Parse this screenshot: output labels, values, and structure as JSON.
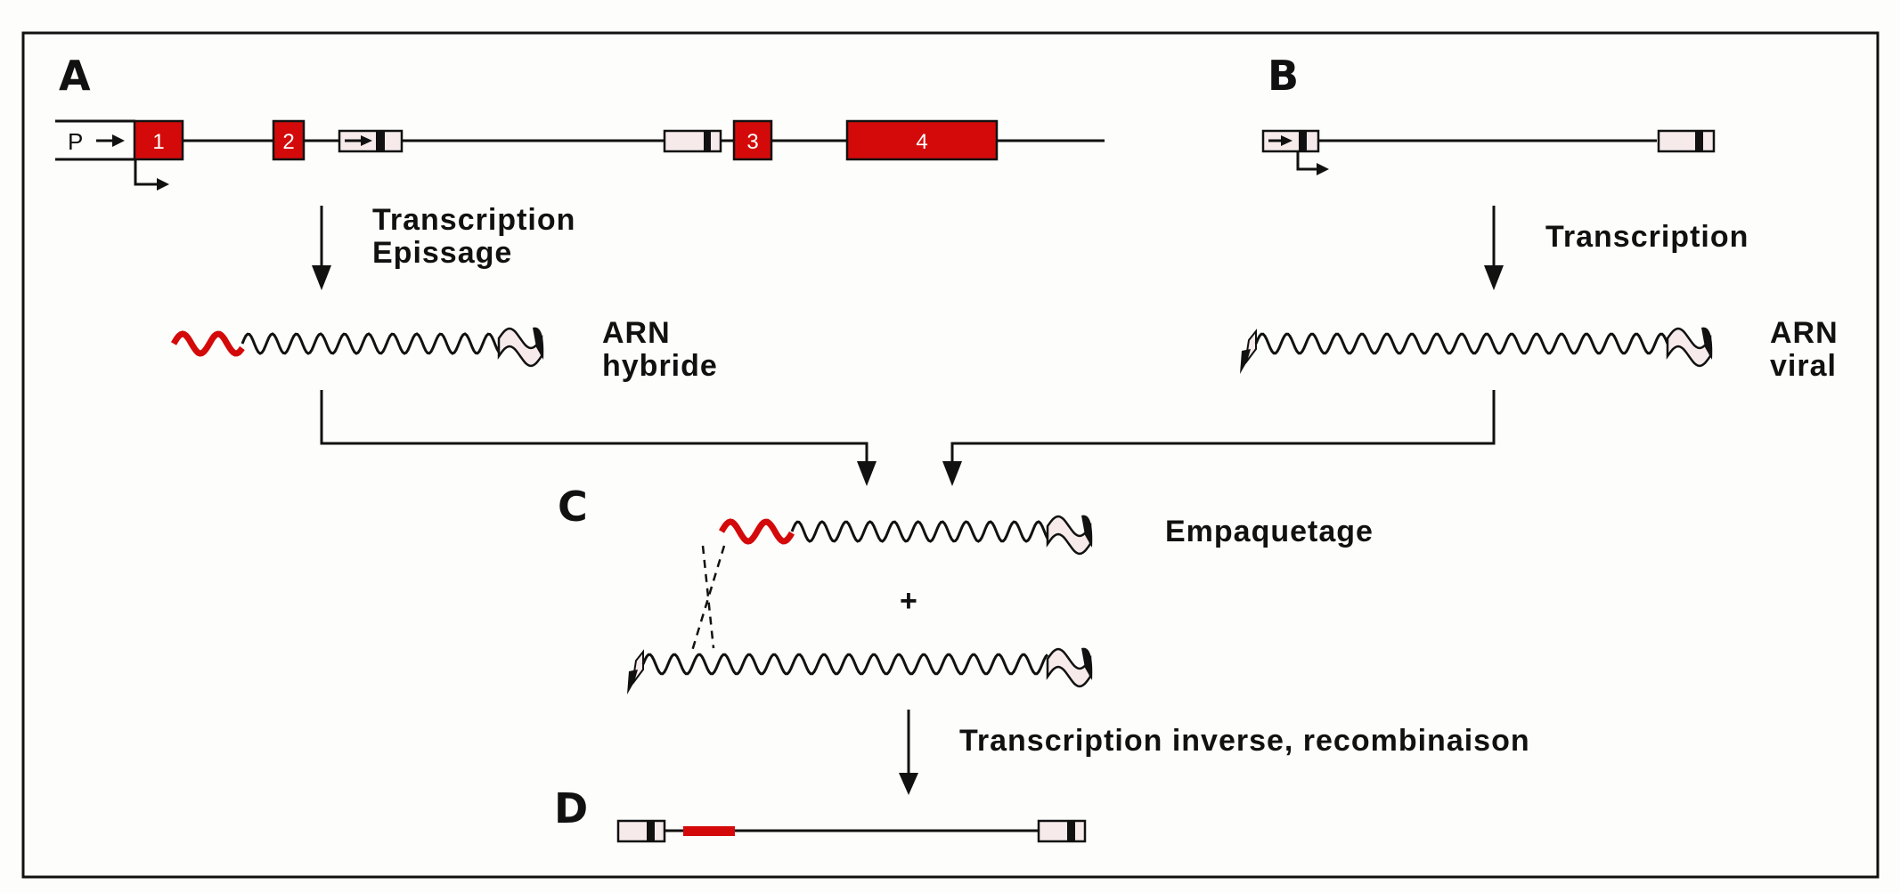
{
  "figure": {
    "panels": {
      "A": {
        "letter": "A",
        "description": "cellular gene with promoter and exons, viral LTR inserted in intron"
      },
      "B": {
        "letter": "B",
        "description": "provirus with two LTRs"
      },
      "C": {
        "letter": "C",
        "description": "co-packaging of hybrid and viral RNA"
      },
      "D": {
        "letter": "D",
        "description": "recombinant provirus carrying cellular sequence"
      }
    },
    "gene": {
      "promoter_label": "P",
      "exons": [
        "1",
        "2",
        "3",
        "4"
      ]
    },
    "steps": {
      "a_line1": "Transcription",
      "a_line2": "Epissage",
      "b": "Transcription",
      "c": "Empaquetage",
      "plus": "+",
      "d": "Transcription inverse, recombinaison"
    },
    "rna_labels": {
      "hybrid_line1": "ARN",
      "hybrid_line2": "hybride",
      "viral_line1": "ARN",
      "viral_line2": "viral"
    },
    "colors": {
      "cellular": "#d40a0a",
      "ltr_fill": "#f6eaea",
      "line": "#111111",
      "background": "#fdfdfb"
    }
  }
}
